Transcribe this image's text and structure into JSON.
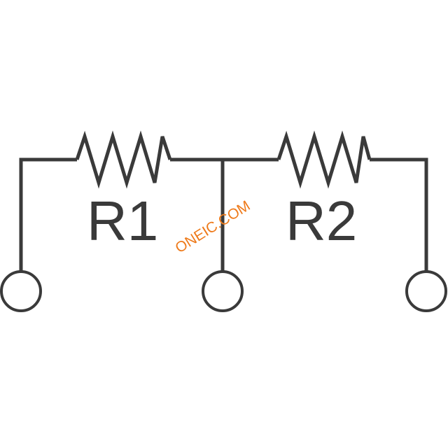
{
  "colors": {
    "stroke": "#3a3a3a",
    "watermark": "#ee7a1a",
    "background": "#ffffff"
  },
  "resistors": [
    {
      "label": "R1"
    },
    {
      "label": "R2"
    }
  ],
  "terminals": [
    {
      "name": "terminal-left"
    },
    {
      "name": "terminal-center"
    },
    {
      "name": "terminal-right"
    }
  ],
  "watermark": {
    "text": "ONEIC.COM"
  }
}
